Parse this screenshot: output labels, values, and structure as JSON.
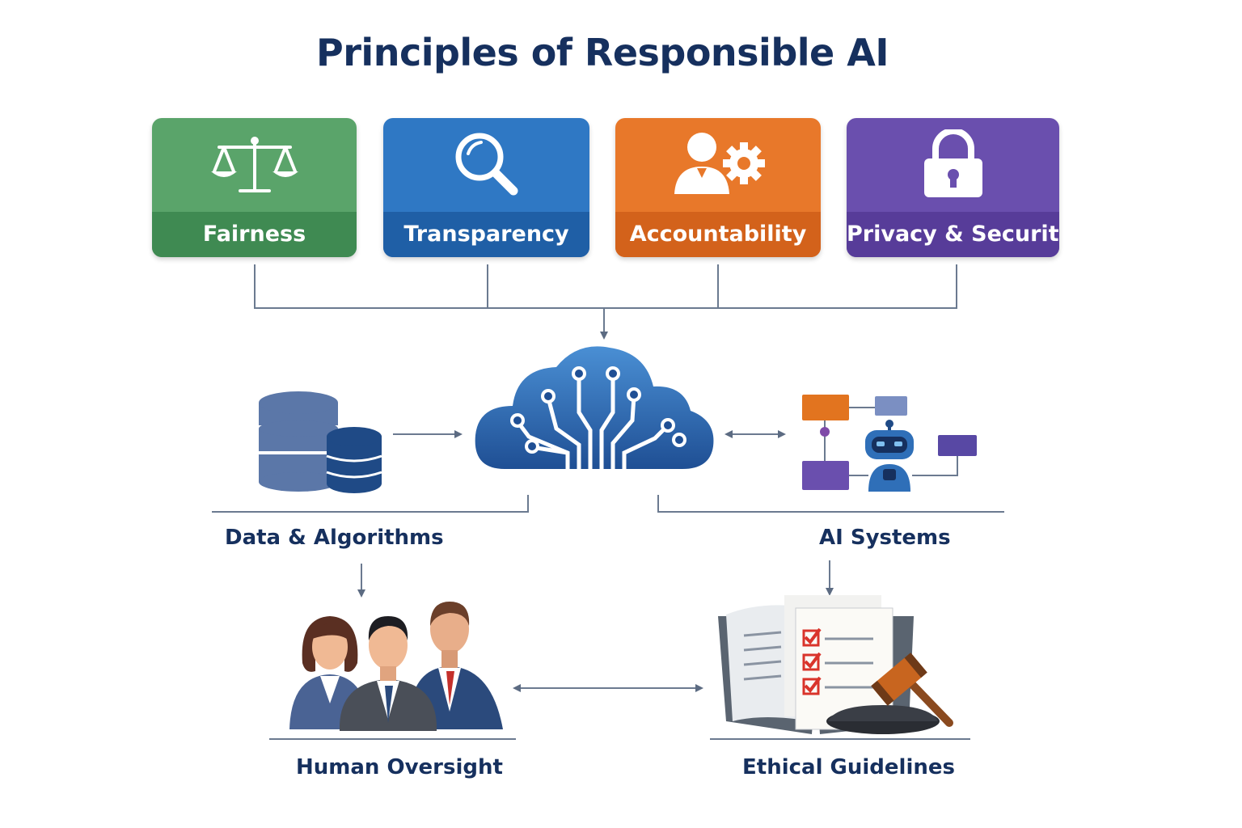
{
  "title": "Principles of Responsible AI",
  "principles": [
    {
      "label": "Fairness",
      "icon": "scales-icon",
      "color": "#5aa46a",
      "band": "#3f8a52"
    },
    {
      "label": "Transparency",
      "icon": "magnifier-icon",
      "color": "#2f78c4",
      "band": "#1f5fa6"
    },
    {
      "label": "Accountability",
      "icon": "person-gear-icon",
      "color": "#e8782a",
      "band": "#d3621b"
    },
    {
      "label": "Privacy & Security",
      "icon": "lock-icon",
      "color": "#6a4fae",
      "band": "#573c99"
    }
  ],
  "nodes": {
    "data": "Data & Algorithms",
    "systems": "AI Systems",
    "human": "Human Oversight",
    "ethics": "Ethical Guidelines"
  },
  "colors": {
    "navy": "#16305e",
    "line": "#6b7a90",
    "cloud": "#2f6fb8"
  }
}
